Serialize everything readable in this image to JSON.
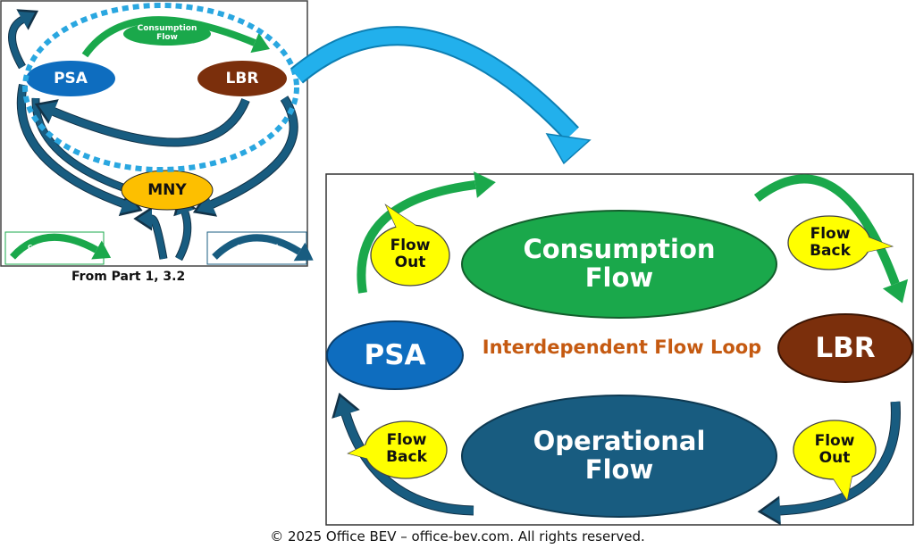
{
  "colors": {
    "psa": "#0e6dbf",
    "lbr": "#7b2f0c",
    "mny": "#fdbf00",
    "consumption": "#1aa84b",
    "operational": "#185c80",
    "callout": "#ffff00",
    "dotted": "#2aa7e0",
    "big_arrow": "#22b0ec",
    "center_text": "#c55a11"
  },
  "inset": {
    "psa": "PSA",
    "lbr": "LBR",
    "mny": "MNY",
    "consumption_label": "Consumption\nFlow",
    "legend_consumption": "Consumption\nFlow",
    "legend_operational": "Operational\nFlow",
    "caption": "From Part 1, 3.2"
  },
  "main": {
    "consumption": "Consumption\nFlow",
    "operational": "Operational\nFlow",
    "psa": "PSA",
    "lbr": "LBR",
    "center": "Interdependent Flow Loop",
    "callout_flow_out_top": "Flow\nOut",
    "callout_flow_back_top": "Flow\nBack",
    "callout_flow_back_bottom": "Flow\nBack",
    "callout_flow_out_bottom": "Flow\nOut"
  },
  "footer": "© 2025 Office BEV – office-bev.com. All rights reserved."
}
